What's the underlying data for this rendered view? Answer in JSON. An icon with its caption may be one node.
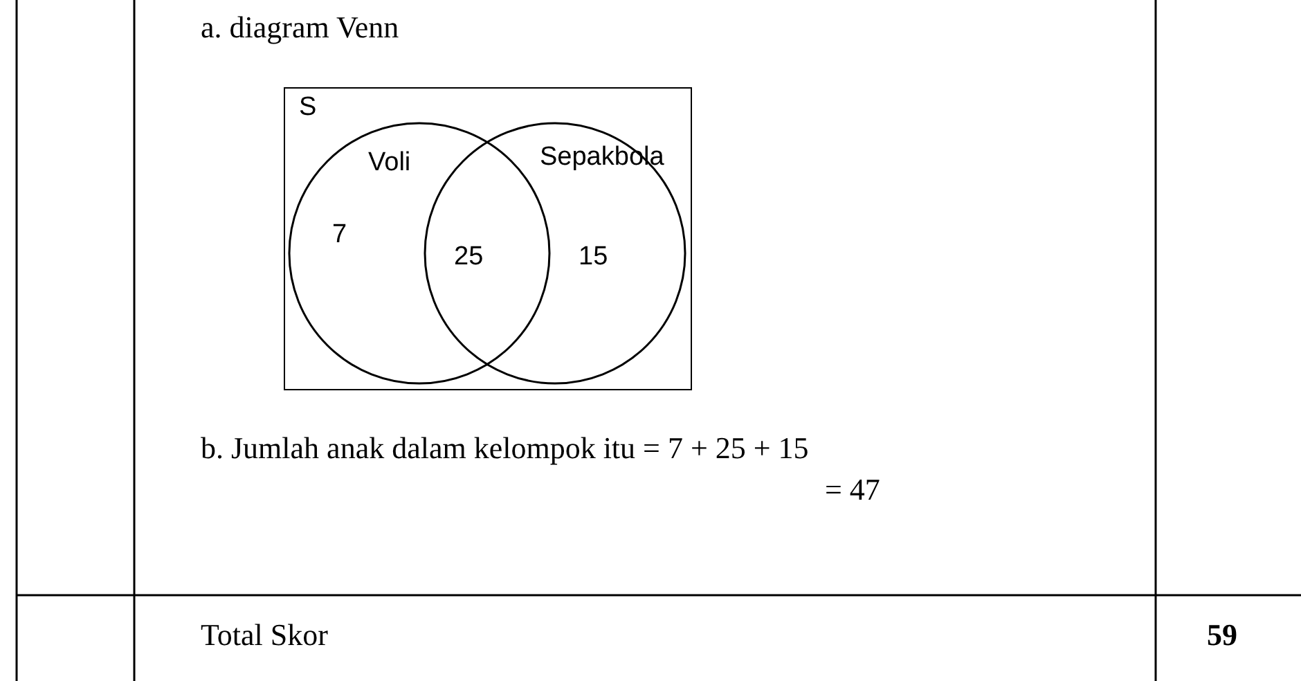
{
  "diagram": {
    "nodes": [
      {
        "text": [
          "S"
        ]
      },
      {
        "text": [
          "Voli"
        ],
        "in": 0
      },
      {
        "text": [
          "Sepakbola"
        ],
        "in": 0
      }
    ],
    "edges": [],
    "labels": [
      "a. diagram Venn",
      "7",
      "25",
      "15",
      "b. Jumlah anak dalam kelompok itu = 7 + 25 + 15",
      "= 47",
      "Total Skor",
      "59"
    ]
  }
}
